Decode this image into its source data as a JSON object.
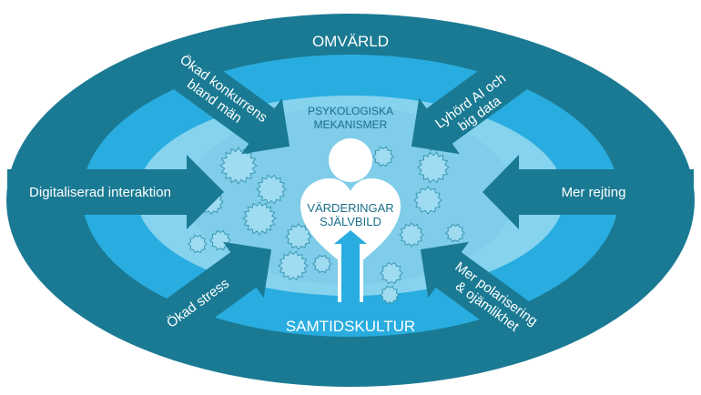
{
  "diagram": {
    "outer_label": "OMVÄRLD",
    "inner_label": "SAMTIDSKULTUR",
    "core_label_lines": [
      "PSYKOLOGISKA",
      "MEKANISMER"
    ],
    "center_label_lines": [
      "VÄRDERINGAR",
      "SJÄLVBILD"
    ],
    "arrows": [
      {
        "id": "okad-konkurrens",
        "lines": [
          "Ökad konkurrens",
          "bland män"
        ]
      },
      {
        "id": "lyhord-ai",
        "lines": [
          "Lyhörd AI och",
          "big data"
        ]
      },
      {
        "id": "digitaliserad",
        "lines": [
          "Digitaliserad interaktion"
        ]
      },
      {
        "id": "mer-rejting",
        "lines": [
          "Mer rejting"
        ]
      },
      {
        "id": "okad-stress",
        "lines": [
          "Ökad stress"
        ]
      },
      {
        "id": "mer-polarisering",
        "lines": [
          "Mer polarisering",
          "& ojämlikhet"
        ]
      }
    ],
    "colors": {
      "outer": "#1a7a93",
      "middle": "#29ade0",
      "inner": "#86d3ee",
      "core": "#7fcde8",
      "arrow": "#1a7a93",
      "gear_fill": "#9fdcf1",
      "gear_stroke": "#3b98b5",
      "text_light": "#ffffff",
      "text_dark": "#1a6f8a"
    }
  }
}
